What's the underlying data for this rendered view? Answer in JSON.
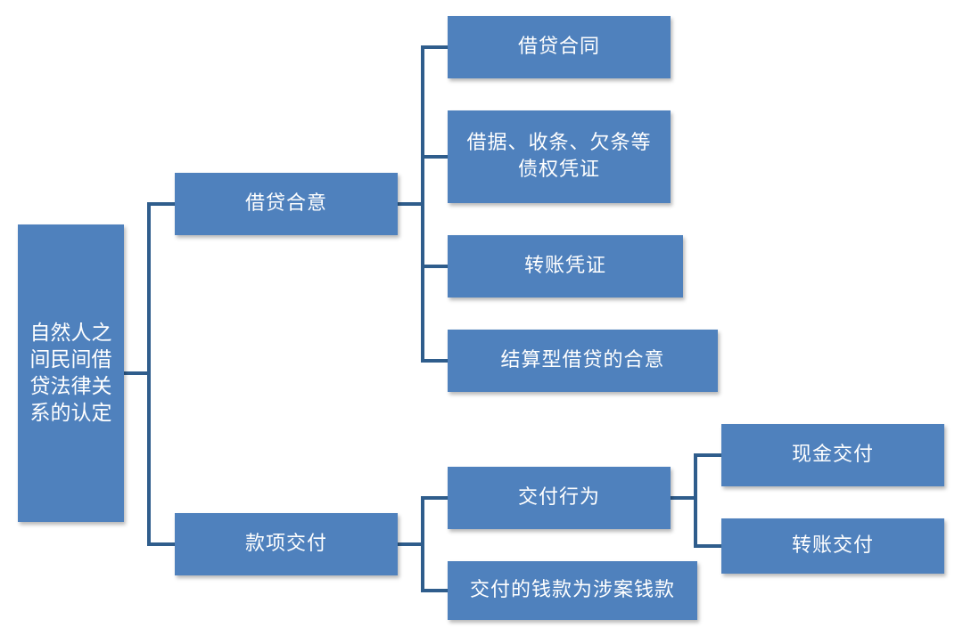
{
  "colors": {
    "box_fill": "#4f81bd",
    "box_text": "#ffffff",
    "connector": "#2f5d8c",
    "background": "#ffffff"
  },
  "root": {
    "label": "自然人之\n间民间借\n贷法律关\n系的认定"
  },
  "branches": [
    {
      "label": "借贷合意",
      "children": [
        {
          "label": "借贷合同"
        },
        {
          "label": "借据、收条、欠条等\n债权凭证"
        },
        {
          "label": "转账凭证"
        },
        {
          "label": "结算型借贷的合意"
        }
      ]
    },
    {
      "label": "款项交付",
      "children": [
        {
          "label": "交付行为",
          "children": [
            {
              "label": "现金交付"
            },
            {
              "label": "转账交付"
            }
          ]
        },
        {
          "label": "交付的钱款为涉案钱款"
        }
      ]
    }
  ]
}
